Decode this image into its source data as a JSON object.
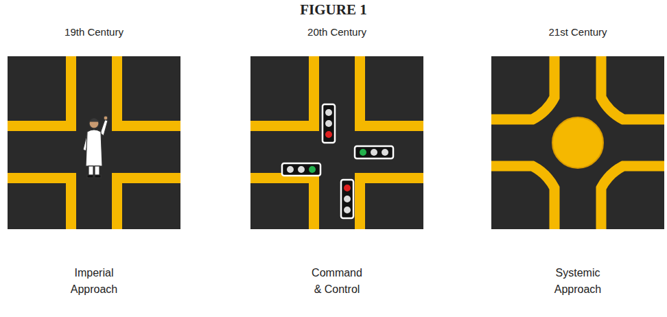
{
  "diagram": {
    "title": "FIGURE 1",
    "labels": [
      "19th Century",
      "20th Century",
      "21st Century",
      "Imperial Approach",
      "Command & Control",
      "Systemic Approach"
    ]
  }
}
